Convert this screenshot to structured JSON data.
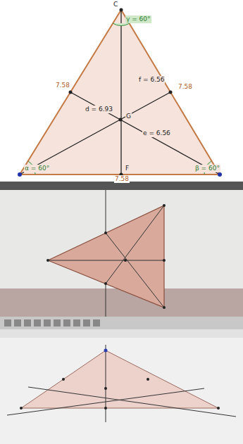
{
  "diagram": {
    "labels": [
      "γ = 60°",
      "α = 60°",
      "β = 60°",
      "C",
      "G",
      "F",
      "f = 6.56",
      "d = 6.93",
      "e = 6.56",
      "7.58",
      "7.58",
      "7.58"
    ]
  }
}
